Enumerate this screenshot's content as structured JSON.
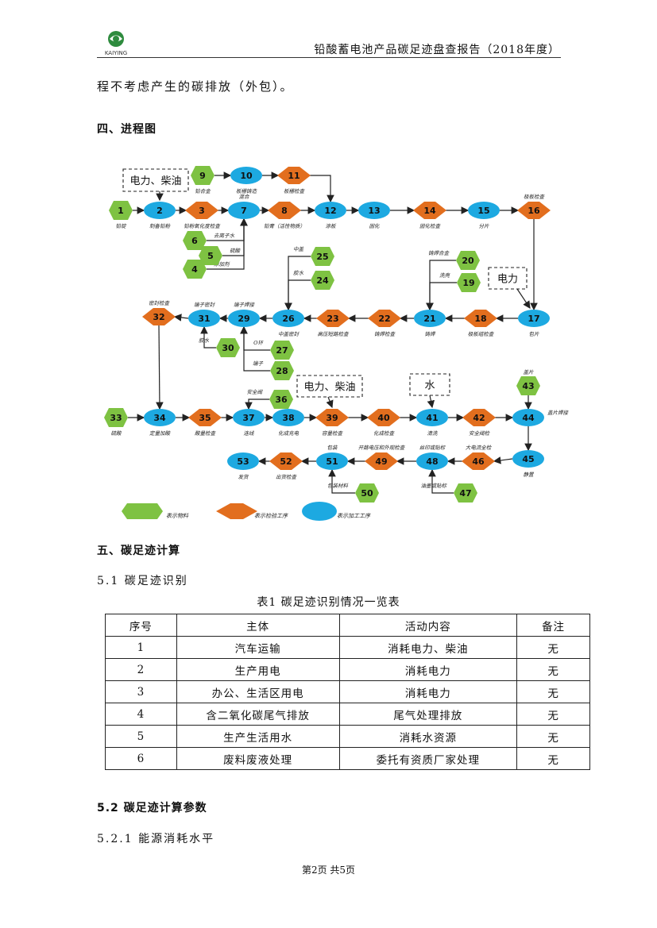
{
  "header": {
    "logo_text": "KAIYING",
    "title": "铅酸蓄电池产品碳足迹盘查报告（2018年度）"
  },
  "intro_line": "程不考虑产生的碳排放（外包）。",
  "section4": {
    "title": "四、进程图"
  },
  "flow": {
    "colors": {
      "material": "#7ec242",
      "inspection": "#e26e1e",
      "process": "#1da9e1"
    },
    "energy_notes": [
      "电力、柴油",
      "电力",
      "电力、柴油",
      "水"
    ],
    "nodes": [
      {
        "id": "1",
        "type": "material",
        "label": "铅锭"
      },
      {
        "id": "2",
        "type": "process",
        "label": "制备铅粉"
      },
      {
        "id": "3",
        "type": "inspection",
        "label": "铅粉氧化度检查"
      },
      {
        "id": "4",
        "type": "material",
        "label": "添加剂"
      },
      {
        "id": "5",
        "type": "material",
        "label": "硫酸"
      },
      {
        "id": "6",
        "type": "material",
        "label": "去离子水"
      },
      {
        "id": "7",
        "type": "process",
        "label": "混合"
      },
      {
        "id": "8",
        "type": "inspection",
        "label": "铅膏（活性物质）"
      },
      {
        "id": "9",
        "type": "material",
        "label": "铅合金"
      },
      {
        "id": "10",
        "type": "process",
        "label": "板栅铸造"
      },
      {
        "id": "11",
        "type": "inspection",
        "label": "板栅检查"
      },
      {
        "id": "12",
        "type": "process",
        "label": "涂板"
      },
      {
        "id": "13",
        "type": "process",
        "label": "固化"
      },
      {
        "id": "14",
        "type": "inspection",
        "label": "固化检查"
      },
      {
        "id": "15",
        "type": "process",
        "label": "分片"
      },
      {
        "id": "16",
        "type": "inspection",
        "label": "极板检查"
      },
      {
        "id": "17",
        "type": "process",
        "label": "包片"
      },
      {
        "id": "18",
        "type": "inspection",
        "label": "极板组检查"
      },
      {
        "id": "19",
        "type": "material",
        "label": "洗壳"
      },
      {
        "id": "20",
        "type": "material",
        "label": "铸焊合金"
      },
      {
        "id": "21",
        "type": "process",
        "label": "铸焊"
      },
      {
        "id": "22",
        "type": "inspection",
        "label": "铸焊检查"
      },
      {
        "id": "23",
        "type": "inspection",
        "label": "高压短路检查"
      },
      {
        "id": "24",
        "type": "material",
        "label": "胶水"
      },
      {
        "id": "25",
        "type": "material",
        "label": "中盖"
      },
      {
        "id": "26",
        "type": "process",
        "label": "中盖密封"
      },
      {
        "id": "27",
        "type": "material",
        "label": "O环"
      },
      {
        "id": "28",
        "type": "material",
        "label": "端子"
      },
      {
        "id": "29",
        "type": "process",
        "label": "端子焊接"
      },
      {
        "id": "30",
        "type": "material",
        "label": "胶水"
      },
      {
        "id": "31",
        "type": "process",
        "label": "端子密封"
      },
      {
        "id": "32",
        "type": "inspection",
        "label": "密封检查"
      },
      {
        "id": "33",
        "type": "material",
        "label": "硫酸"
      },
      {
        "id": "34",
        "type": "process",
        "label": "定量加酸"
      },
      {
        "id": "35",
        "type": "inspection",
        "label": "酸量检查"
      },
      {
        "id": "36",
        "type": "material",
        "label": "安全阀"
      },
      {
        "id": "37",
        "type": "process",
        "label": "连线"
      },
      {
        "id": "38",
        "type": "process",
        "label": "化成充电"
      },
      {
        "id": "39",
        "type": "inspection",
        "label": "容量检查"
      },
      {
        "id": "40",
        "type": "inspection",
        "label": "化成检查"
      },
      {
        "id": "41",
        "type": "process",
        "label": "清洗"
      },
      {
        "id": "42",
        "type": "inspection",
        "label": "安全阀检"
      },
      {
        "id": "43",
        "type": "material",
        "label": "盖片"
      },
      {
        "id": "44",
        "type": "process",
        "label": "盖片焊接"
      },
      {
        "id": "45",
        "type": "process",
        "label": "静置"
      },
      {
        "id": "46",
        "type": "inspection",
        "label": "大电流全检"
      },
      {
        "id": "47",
        "type": "material",
        "label": "油墨或贴标"
      },
      {
        "id": "48",
        "type": "process",
        "label": "丝印或贴标"
      },
      {
        "id": "49",
        "type": "inspection",
        "label": "开路电压和外观检查"
      },
      {
        "id": "50",
        "type": "material",
        "label": "包装材料"
      },
      {
        "id": "51",
        "type": "process",
        "label": "包装"
      },
      {
        "id": "52",
        "type": "inspection",
        "label": "出货检查"
      },
      {
        "id": "53",
        "type": "process",
        "label": "发货"
      }
    ],
    "legend": [
      {
        "type": "material",
        "label": "表示物料"
      },
      {
        "type": "inspection",
        "label": "表示检验工序"
      },
      {
        "type": "process",
        "label": "表示加工工序"
      }
    ]
  },
  "section5": {
    "title": "五、碳足迹计算",
    "sub1": "5.1  碳足迹识别",
    "table_caption": "表1    碳足迹识别情况一览表",
    "table": {
      "headers": [
        "序号",
        "主体",
        "活动内容",
        "备注"
      ],
      "rows": [
        [
          "1",
          "汽车运输",
          "消耗电力、柴油",
          "无"
        ],
        [
          "2",
          "生产用电",
          "消耗电力",
          "无"
        ],
        [
          "3",
          "办公、生活区用电",
          "消耗电力",
          "无"
        ],
        [
          "4",
          "含二氧化碳尾气排放",
          "尾气处理排放",
          "无"
        ],
        [
          "5",
          "生产生活用水",
          "消耗水资源",
          "无"
        ],
        [
          "6",
          "废料废液处理",
          "委托有资质厂家处理",
          "无"
        ]
      ]
    },
    "sub2": "5.2 碳足迹计算参数",
    "sub3": "5.2.1 能源消耗水平"
  },
  "footer": "第2页    共5页"
}
